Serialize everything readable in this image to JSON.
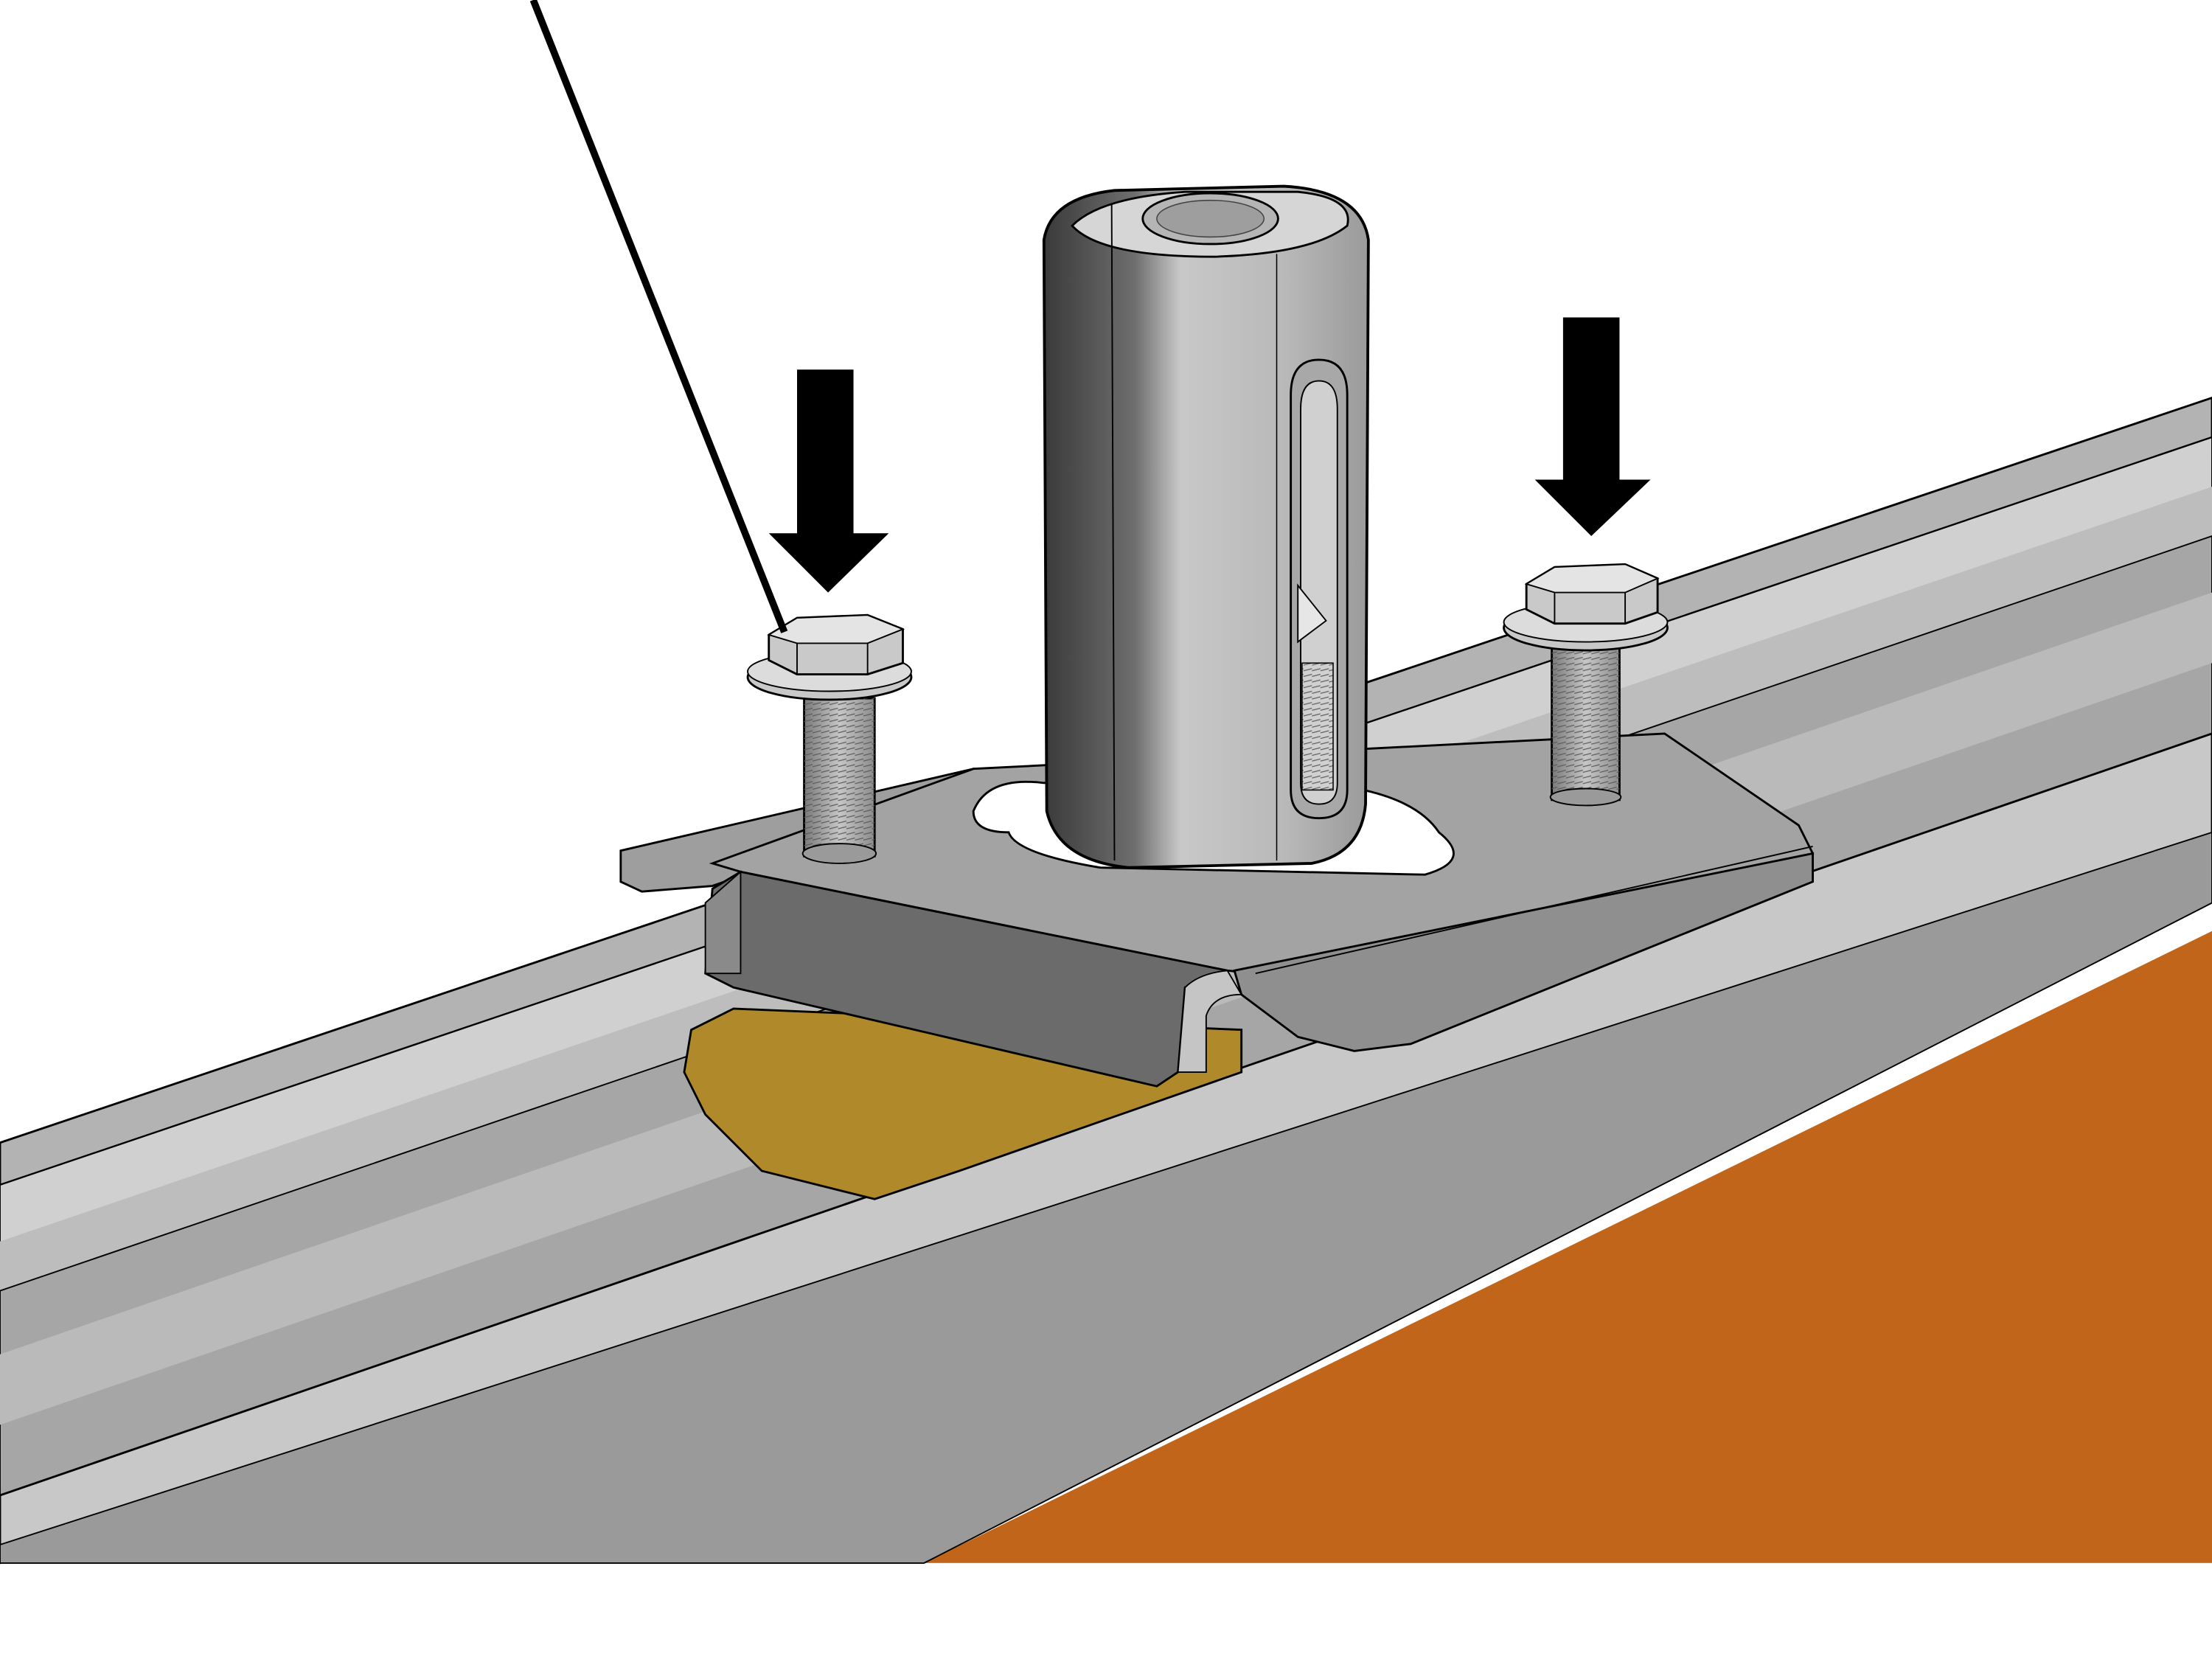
{
  "illustration": {
    "subject": "rail-clamp-bracket-with-coupling-nut",
    "callouts": [
      {
        "icon": "down-arrow-icon",
        "points_to": "left-flange-bolt"
      },
      {
        "icon": "down-arrow-icon",
        "points_to": "right-flange-bolt"
      }
    ],
    "leader_line_target": "left-flange-bolt",
    "colors": {
      "background": "#ffffff",
      "outline": "#000000",
      "rail_light": "#c9c9c9",
      "rail_mid": "#a6a6a6",
      "rail_dark": "#8a8a8a",
      "bracket": "#a3a3a3",
      "bracket_dark": "#6b6b6b",
      "nut_light": "#c4c4c4",
      "nut_dark": "#3c3c3c",
      "brass": "#b08a2a",
      "orange_panel": "#c0651a",
      "arrow": "#000000"
    }
  }
}
